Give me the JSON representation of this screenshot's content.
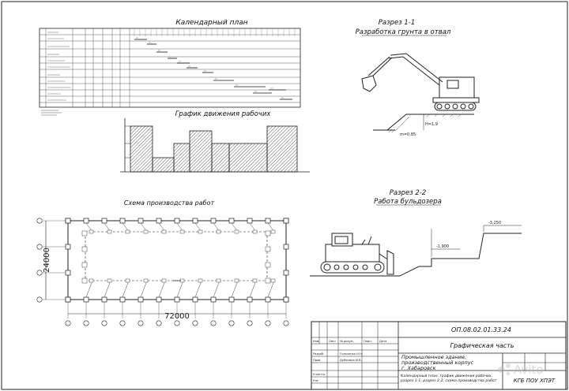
{
  "calendar_plan": {
    "title": "Календарный план"
  },
  "workers_chart": {
    "title": "График движения рабочих"
  },
  "production_scheme": {
    "title": "Схема производства работ",
    "dim_length": "72000",
    "dim_width": "24000"
  },
  "section_1": {
    "title": "Разрез 1-1",
    "subtitle": "Разработка грунта в отвал",
    "height_label": "H=1,9",
    "slope_label": "m=0,85"
  },
  "section_2": {
    "title": "Разрез 2-2",
    "subtitle": "Работа бульдозера",
    "level_low": "-1,900",
    "level_high": "-3,250"
  },
  "title_block": {
    "code": "ОП.08.02.01.33.24",
    "sheet_type": "Графическая часть",
    "project_name": "Промышленное здание, производственный корпус г. Хабаровск",
    "sheet_content": "Календарный план, график движения рабочих, разрез 1-1, разрез 2-2, схема производства работ",
    "org": "КГБ ПОУ ХПЭТ",
    "col_izm": "Изм.",
    "col_list": "Лист",
    "col_doc": "№ докум.",
    "col_sign": "Подп.",
    "col_date": "Дата",
    "role_dev": "Разраб.",
    "role_check": "Пров.",
    "role_norm": "Н.контр.",
    "role_appr": "Утв.",
    "name_dev": "Гильченко Н.Н.",
    "name_check": "Дубинина М.В."
  },
  "watermark": "Avito"
}
